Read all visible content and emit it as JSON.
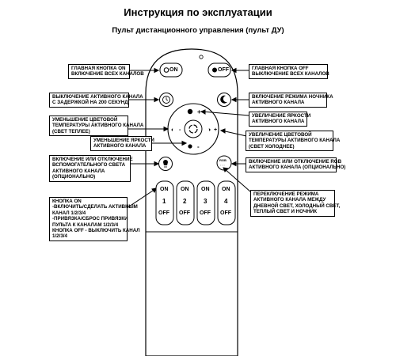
{
  "title": "Инструкция по эксплуатации",
  "subtitle": "Пульт дистанционного управления (пульт ДУ)",
  "remote": {
    "on_label": "ON",
    "off_label": "OFF",
    "channels": [
      {
        "on": "ON",
        "num": "1",
        "off": "OFF"
      },
      {
        "on": "ON",
        "num": "2",
        "off": "OFF"
      },
      {
        "on": "ON",
        "num": "3",
        "off": "OFF"
      },
      {
        "on": "ON",
        "num": "4",
        "off": "OFF"
      }
    ]
  },
  "labels": {
    "main_on": [
      "ГЛАВНАЯ КНОПКА ON",
      "ВКЛЮЧЕНИЕ ВСЕХ КАНАЛОВ"
    ],
    "main_off": [
      "ГЛАВНАЯ КНОПКА OFF",
      "ВЫКЛЮЧЕНИЕ ВСЕХ КАНАЛОВ"
    ],
    "delay": [
      "ВЫКЛЮЧЕНИЕ АКТИВНОГО КАНАЛА",
      "С ЗАДЕРЖКОЙ НА 200 СЕКУНД"
    ],
    "night": [
      "ВКЛЮЧЕНИЕ РЕЖИМА НОЧНИКА",
      "АКТИВНОГО КАНАЛА"
    ],
    "warm": [
      "УМЕНЬШЕНИЕ ЦВЕТОВОЙ",
      "ТЕМПЕРАТУРЫ АКТИВНОГО КАНАЛА",
      "(СВЕТ ТЕПЛЕЕ)"
    ],
    "bright_up": [
      "УВЕЛИЧЕНИЕ ЯРКОСТИ",
      "АКТИВНОГО КАНАЛА"
    ],
    "bright_down": [
      "УМЕНЬШЕНИЕ ЯРКОСТИ",
      "АКТИВНОГО КАНАЛА"
    ],
    "cold": [
      "УВЕЛИЧЕНИЕ ЦВЕТОВОЙ",
      "ТЕМПЕРАТУРЫ АКТИВНОГО КАНАЛА",
      "(СВЕТ ХОЛОДНЕЕ)"
    ],
    "aux": [
      "ВКЛЮЧЕНИЕ ИЛИ ОТКЛЮЧЕНИЕ",
      "ВСПОМОГАТЕЛЬНОГО СВЕТА",
      "АКТИВНОГО КАНАЛА",
      "(ОПЦИОНАЛЬНО)"
    ],
    "rgb": [
      "ВКЛЮЧЕНИЕ ИЛИ ОТКЛЮЧЕНИЕ RGB",
      "АКТИВНОГО КАНАЛА (ОПЦИОНАЛЬНО)"
    ],
    "channel": [
      "КНОПКА ON",
      "-ВКЛЮЧИТЬ/СДЕЛАТЬ АКТИВНЫМ",
      "КАНАЛ 1/2/3/4",
      "-ПРИВЯЗКА/СБРОС ПРИВЯЗКИ",
      "ПУЛЬТА К КАНАЛАМ 1/2/3/4",
      "КНОПКА OFF - ВЫКЛЮЧИТЬ КАНАЛ",
      "1/2/3/4"
    ],
    "mode": [
      "ПЕРЕКЛЮЧЕНИЕ РЕЖИМА",
      "АКТИВНОГО КАНАЛА МЕЖДУ",
      "ДНЕВНОЙ СВЕТ, ХОЛОДНЫЙ СВЕТ,",
      "ТЕПЛЫЙ СВЕТ И НОЧНИК"
    ]
  }
}
